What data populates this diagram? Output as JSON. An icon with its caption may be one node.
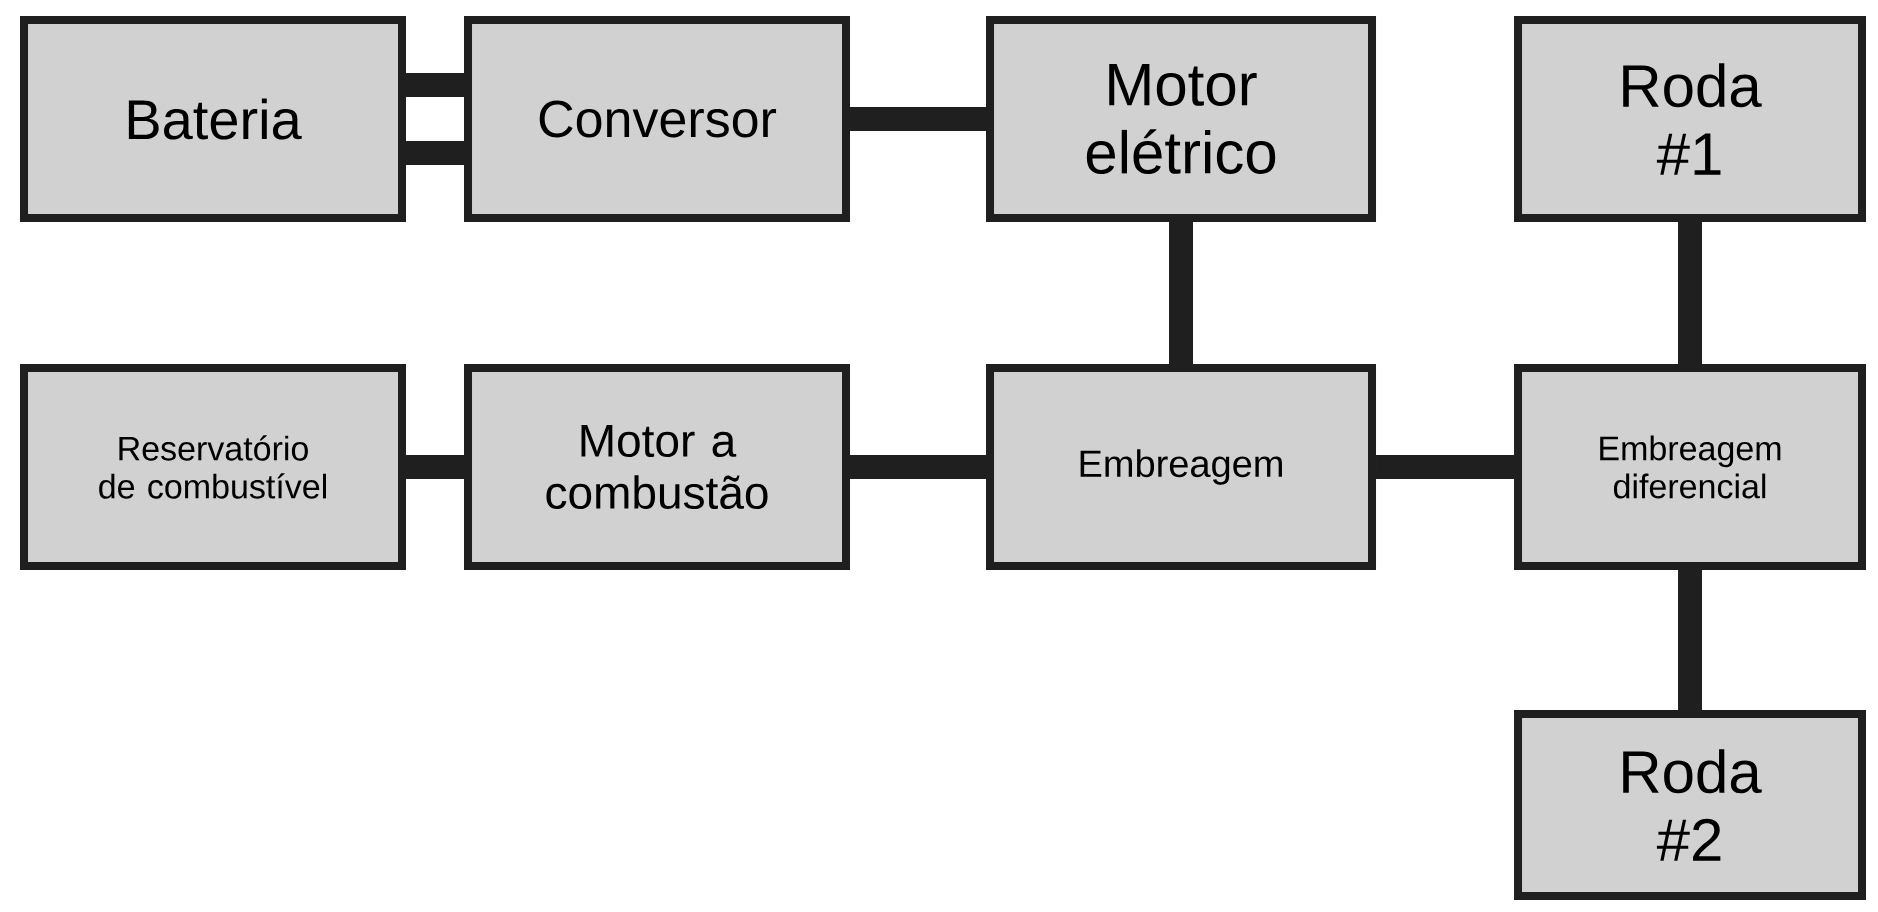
{
  "diagram": {
    "nodes": [
      {
        "text": [
          "Bateria"
        ]
      },
      {
        "text": [
          "Conversor"
        ]
      },
      {
        "text": [
          "Motor elétrico"
        ]
      },
      {
        "text": [
          "Roda #1"
        ]
      },
      {
        "text": [
          "Reservatório de combustível"
        ]
      },
      {
        "text": [
          "Motor a combustão"
        ]
      },
      {
        "text": [
          "Embreagem"
        ]
      },
      {
        "text": [
          "Embreagem diferencial"
        ]
      },
      {
        "text": [
          "Roda #2"
        ]
      }
    ],
    "edges": [
      {
        "from": 0,
        "to": 1,
        "arrow": "none"
      },
      {
        "from": 0,
        "to": 1,
        "arrow": "none"
      },
      {
        "from": 1,
        "to": 2,
        "arrow": "none"
      },
      {
        "from": 2,
        "to": 6,
        "arrow": "none"
      },
      {
        "from": 4,
        "to": 5,
        "arrow": "none"
      },
      {
        "from": 5,
        "to": 6,
        "arrow": "none"
      },
      {
        "from": 6,
        "to": 7,
        "arrow": "none"
      },
      {
        "from": 3,
        "to": 7,
        "arrow": "none"
      },
      {
        "from": 7,
        "to": 8,
        "arrow": "none"
      }
    ]
  }
}
